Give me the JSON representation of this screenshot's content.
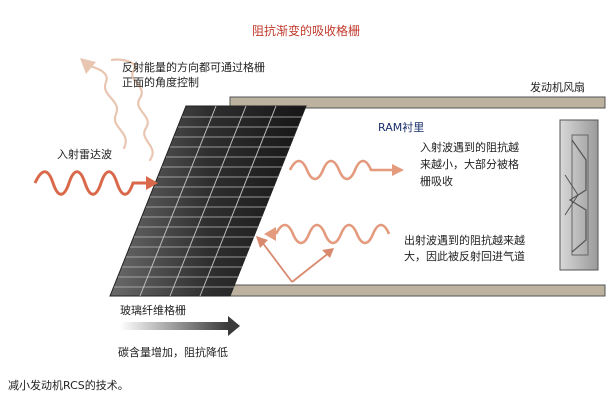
{
  "title": "阻抗渐变的吸收格栅",
  "labels": {
    "reflect_control_1": "反射能量的方向都可通过格栅",
    "reflect_control_2": "正面的角度控制",
    "engine_fan": "发动机风扇",
    "ram_liner": "RAM衬里",
    "incident_radar": "入射雷达波",
    "absorbed_1": "入射波遇到的阻抗越",
    "absorbed_2": "来越小，大部分被格",
    "absorbed_3": "栅吸收",
    "outgoing_1": "出射波遇到的阻抗越来越",
    "outgoing_2": "大，因此被反射回进气道",
    "grid_material": "玻璃纤维格栅",
    "gradient_note": "碳含量增加，阻抗降低",
    "caption": "减小发动机RCS的技术。"
  },
  "colors": {
    "title": "#c0392b",
    "wave_red": "#d9694a",
    "wave_pale": "#e8c6b2",
    "grid_dark": "#2b2b2b",
    "duct_wall": "#bdb2a0",
    "fan_gray": "#c8c8c8"
  }
}
